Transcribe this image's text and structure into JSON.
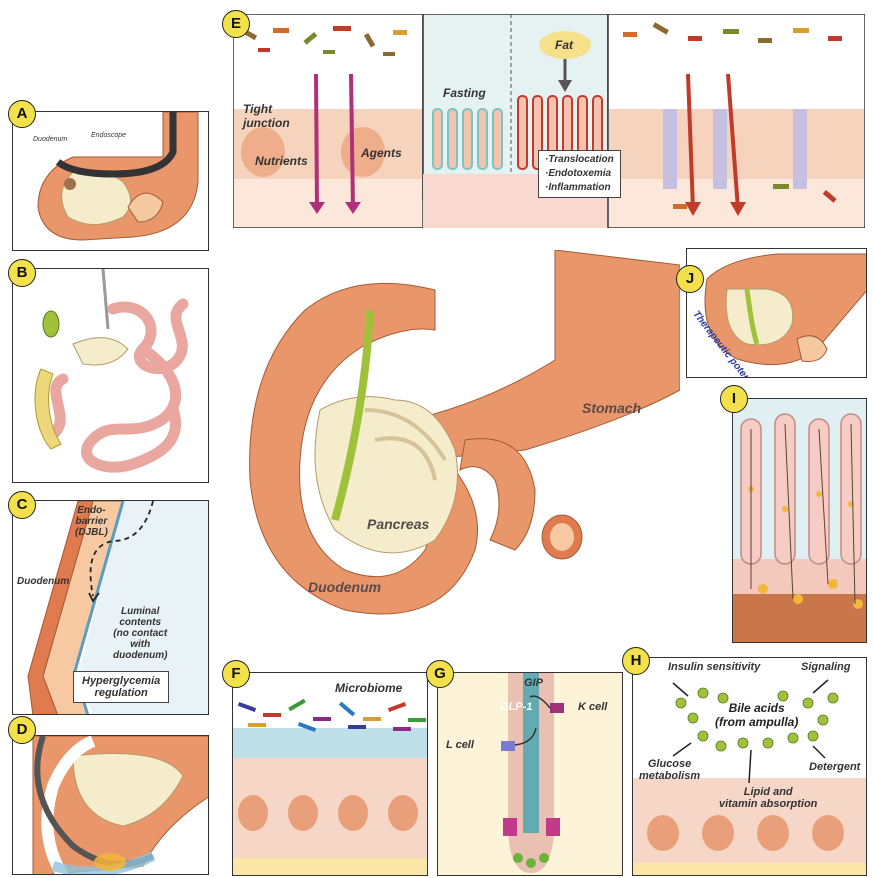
{
  "panels": {
    "A": {
      "letter": "A",
      "duodenum": "Duodenum",
      "endoscope": "Endoscope"
    },
    "B": {
      "letter": "B"
    },
    "C": {
      "letter": "C",
      "endobarrier": "Endo-\nbarrier\n(DJBL)",
      "duodenum": "Duodenum",
      "luminal": "Luminal\ncontents\n(no contact\nwith\nduodenum)",
      "hyper": "Hyperglycemia\nregulation"
    },
    "D": {
      "letter": "D"
    },
    "E": {
      "letter": "E",
      "tight": "Tight\njunction",
      "nutrients": "Nutrients",
      "agents": "Agents",
      "fasting": "Fasting",
      "fat": "Fat",
      "effects": [
        "·Translocation",
        "·Endotoxemia",
        "·Inflammation"
      ]
    },
    "center": {
      "stomach": "Stomach",
      "pancreas": "Pancreas",
      "duodenum": "Duodenum"
    },
    "J": {
      "letter": "J",
      "therapeutic": "Therapeutic potential"
    },
    "I": {
      "letter": "I"
    },
    "F": {
      "letter": "F",
      "microbiome": "Microbiome"
    },
    "G": {
      "letter": "G",
      "gip": "GIP",
      "kcell": "K cell",
      "glp1": "GLP-1",
      "lcell": "L cell"
    },
    "H": {
      "letter": "H",
      "insulin": "Insulin sensitivity",
      "signaling": "Signaling",
      "bile": "Bile acids\n(from ampulla)",
      "glucose": "Glucose\nmetabolism",
      "detergent": "Detergent",
      "lipid": "Lipid and\nvitamin absorption"
    }
  },
  "colors": {
    "badge": "#f2e14a",
    "duodenum": "#e9966b",
    "mucosa": "#f6c9a3",
    "pancreas": "#f4eccb",
    "bile": "#9fc23a",
    "bacteria": "#8b6a2f"
  }
}
